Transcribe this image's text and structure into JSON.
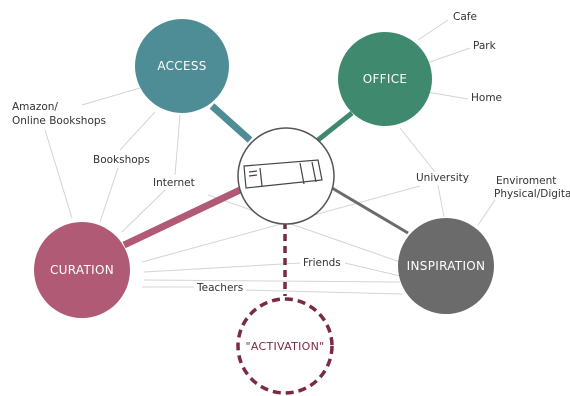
{
  "colors": {
    "access": "#4e8d96",
    "office": "#3f8a6f",
    "curation": "#b05a75",
    "inspiration": "#6b6b6b",
    "activation": "#7a2a45",
    "connector": "#d4d4d4",
    "hub_stroke": "#555555"
  },
  "hub": {
    "icon": "book-icon"
  },
  "nodes": {
    "access": {
      "label": "ACCESS"
    },
    "office": {
      "label": "OFFICE"
    },
    "curation": {
      "label": "CURATION"
    },
    "inspiration": {
      "label": "INSPIRATION"
    },
    "activation": {
      "label": "\"ACTIVATION\""
    }
  },
  "labels": {
    "cafe": "Cafe",
    "park": "Park",
    "home": "Home",
    "amazon_line1": "Amazon/",
    "amazon_line2": "Online Bookshops",
    "bookshops": "Bookshops",
    "internet": "Internet",
    "university": "University",
    "environment_line1": "Enviroment",
    "environment_line2": "Physical/Digital",
    "friends": "Friends",
    "teachers": "Teachers"
  }
}
